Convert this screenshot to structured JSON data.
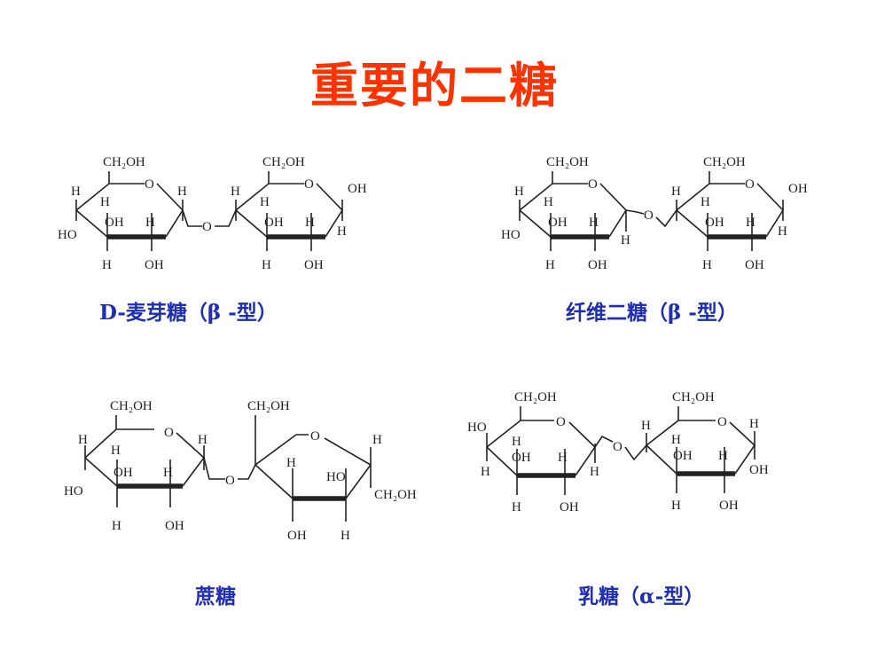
{
  "title": "重要的二糖",
  "colors": {
    "title": "#ff3300",
    "caption": "#1f2fb0",
    "structure": "#222222"
  },
  "captions": {
    "maltose": "D-麦芽糖（β -型）",
    "cellobiose": "纤维二糖（β -型）",
    "sucrose": "蔗糖",
    "lactose": "乳糖（α-型）"
  },
  "atoms": {
    "ch2oh": "CH₂OH",
    "o": "O",
    "h": "H",
    "oh": "OH",
    "ho": "HO"
  }
}
